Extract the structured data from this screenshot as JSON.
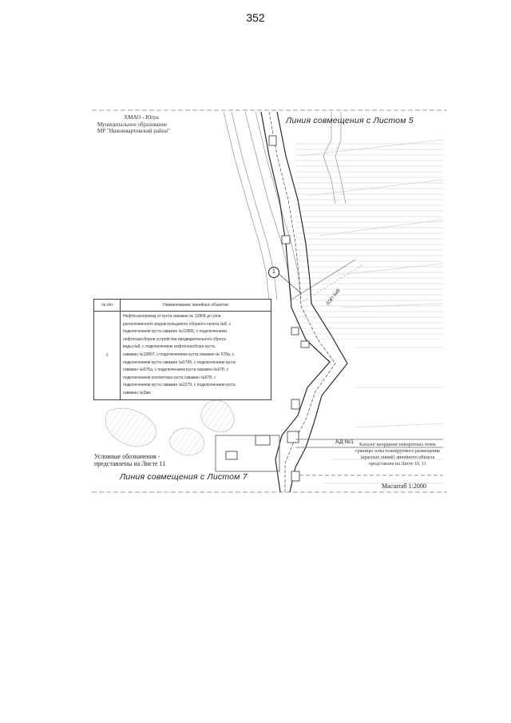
{
  "page": {
    "number": "352"
  },
  "region_label": {
    "line1": "ХМАО - Югра",
    "line2": "Муниципальное образование",
    "line3": "МР \"Нижневартовский район\""
  },
  "match_lines": {
    "top": "Линия совмещения с Листом 5",
    "bottom": "Линия совмещения с Листом 7"
  },
  "legend_reference": {
    "line1": "Условные обозначения -",
    "line2": "представлены на Листе 11"
  },
  "catalog_note": {
    "line1": "Каталог координат поворотных точек",
    "line2": "границы зоны планируемого размещения",
    "line3": "(красных линий) линейного объекта",
    "line4": "представлен на Листе 10, 11"
  },
  "scale": {
    "label": "Масштаб 1:2000"
  },
  "point_marker": {
    "label": "1"
  },
  "cable_label": "ЛЭП 6кВ",
  "road_label": "АД №1",
  "objects_table": {
    "headers": [
      "№ п/п",
      "Наименование линейных объектов"
    ],
    "rows": [
      {
        "num": "1",
        "lines": [
          "Нефтегазопровод от куста скважин № 12808 до узла",
          "расположенного рядом кольцевого сборного пункта №8, с",
          "подключением куста скважин №12806, с подключением",
          "нефтегазосборов устройства предварительного сброса",
          "воды №8, с подключением нефтегазосбора куста",
          "скважин №12807, с подключением куста скважин № 678а, с",
          "подключением куста скважин №679б, с подключением куста",
          "скважин №676а, с подключением куста скважин №678, с",
          "подключением коллектора куста скважин №678, с",
          "подключением куста скважин №2279, с подключением куста",
          "скважин №2вм"
        ]
      }
    ]
  },
  "colors": {
    "boundary": "#2a2a2a",
    "map_lines": "#9a9a9a",
    "terrain": "#bdbdbd"
  }
}
